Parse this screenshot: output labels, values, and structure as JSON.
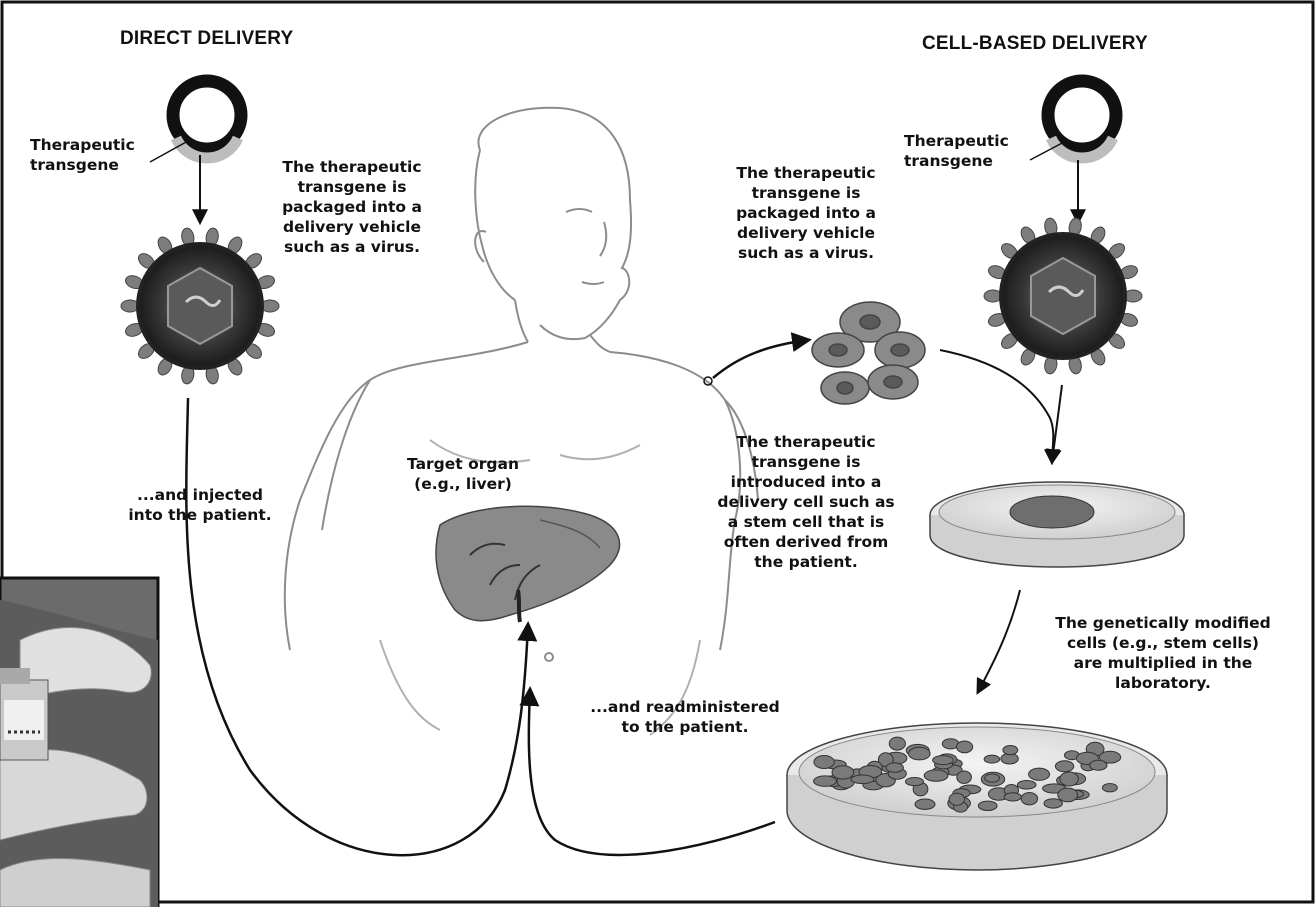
{
  "direct": {
    "title": "DIRECT DELIVERY",
    "transgene_label": "Therapeutic\ntransgene",
    "packaged_text": "The therapeutic\ntransgene is\npackaged into a\ndelivery vehicle\nsuch as a virus.",
    "injected_text": "...and injected\ninto the patient."
  },
  "cell": {
    "title": "CELL-BASED DELIVERY",
    "transgene_label": "Therapeutic\ntransgene",
    "packaged_text": "The therapeutic\ntransgene is\npackaged into a\ndelivery vehicle\nsuch as a virus.",
    "introduced_text": "The therapeutic\ntransgene is\nintroduced into a\ndelivery cell such as\na stem cell that is\noften derived from\nthe patient.",
    "multiplied_text": "The genetically modified\ncells (e.g., stem cells)\nare multiplied in the\nlaboratory.",
    "readministered_text": "...and readministered\nto the patient."
  },
  "organ": {
    "label": "Target organ\n(e.g., liver)"
  },
  "colors": {
    "ink": "#111111",
    "virus_spikes": "#7d7d7d",
    "liver": "#8a8a8a",
    "dish": "#d9d9d9"
  }
}
